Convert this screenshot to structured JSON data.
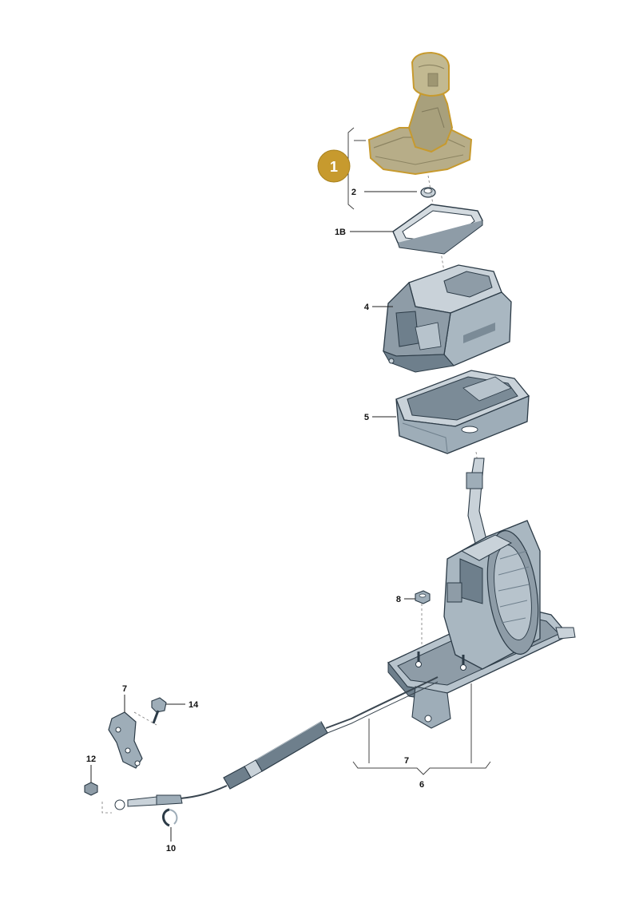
{
  "highlight": {
    "label": "1",
    "color": "#c79a2e"
  },
  "callouts": {
    "c2": "2",
    "c1b": "1B",
    "c4": "4",
    "c5": "5",
    "c8": "8",
    "c7a": "7",
    "c14": "14",
    "c12": "12",
    "c10": "10",
    "c7b": "7",
    "c6": "6"
  },
  "colors": {
    "knob_fill": "#b7ad88",
    "knob_outline": "#c79a2e",
    "housing": "#a9b7c1",
    "housing_dark": "#7b8b97"
  },
  "icons": [
    "gear-shift-knob",
    "bushing",
    "trim-frame",
    "shifter-housing",
    "boot-tray",
    "shift-mechanism",
    "nut",
    "bolt",
    "bracket",
    "cable",
    "clip"
  ]
}
